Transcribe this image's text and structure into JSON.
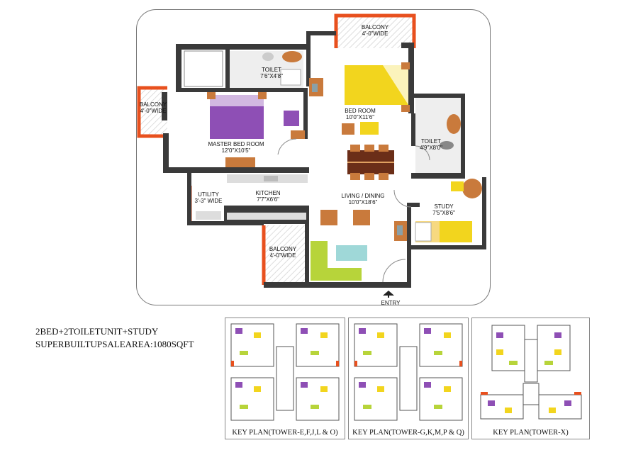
{
  "plan": {
    "rooms": [
      {
        "name": "BALCONY",
        "dims": "4'-0\"WIDE"
      },
      {
        "name": "TOILET",
        "dims": "7'6\"X4'8\""
      },
      {
        "name": "BED ROOM",
        "dims": "10'0\"X11'6\""
      },
      {
        "name": "BALCONY",
        "dims": "4'-0\"WIDE"
      },
      {
        "name": "MASTER BED ROOM",
        "dims": "12'0\"X10'5\""
      },
      {
        "name": "TOILET",
        "dims": "4'9\"X8'0\""
      },
      {
        "name": "UTILITY",
        "dims": "3'-3\" WIDE"
      },
      {
        "name": "KITCHEN",
        "dims": "7'7\"X6'6\""
      },
      {
        "name": "LIVING / DINING",
        "dims": "10'0\"X18'6\""
      },
      {
        "name": "STUDY",
        "dims": "7'5\"X8'6\""
      },
      {
        "name": "BALCONY",
        "dims": "4'-0\"WIDE"
      }
    ],
    "entry_label": "ENTRY",
    "colors": {
      "wall": "#3a3a3a",
      "balcony_edge": "#e8501e",
      "master_bed": "#8e4fb5",
      "bed": "#f2d51e",
      "sofa": "#b7d43a",
      "wood": "#6b2e18",
      "chair": "#c97a3c"
    }
  },
  "unit": {
    "line1": "2BED+2TOILETUNIT+STUDY",
    "line2": "SUPERBUILTUPSALEAREA:1080SQFT"
  },
  "key_plans": [
    {
      "caption": "KEY PLAN(TOWER-E,F,J,L & O)"
    },
    {
      "caption": "KEY PLAN(TOWER-G,K,M,P & Q)"
    },
    {
      "caption": "KEY PLAN(TOWER-X)"
    }
  ]
}
